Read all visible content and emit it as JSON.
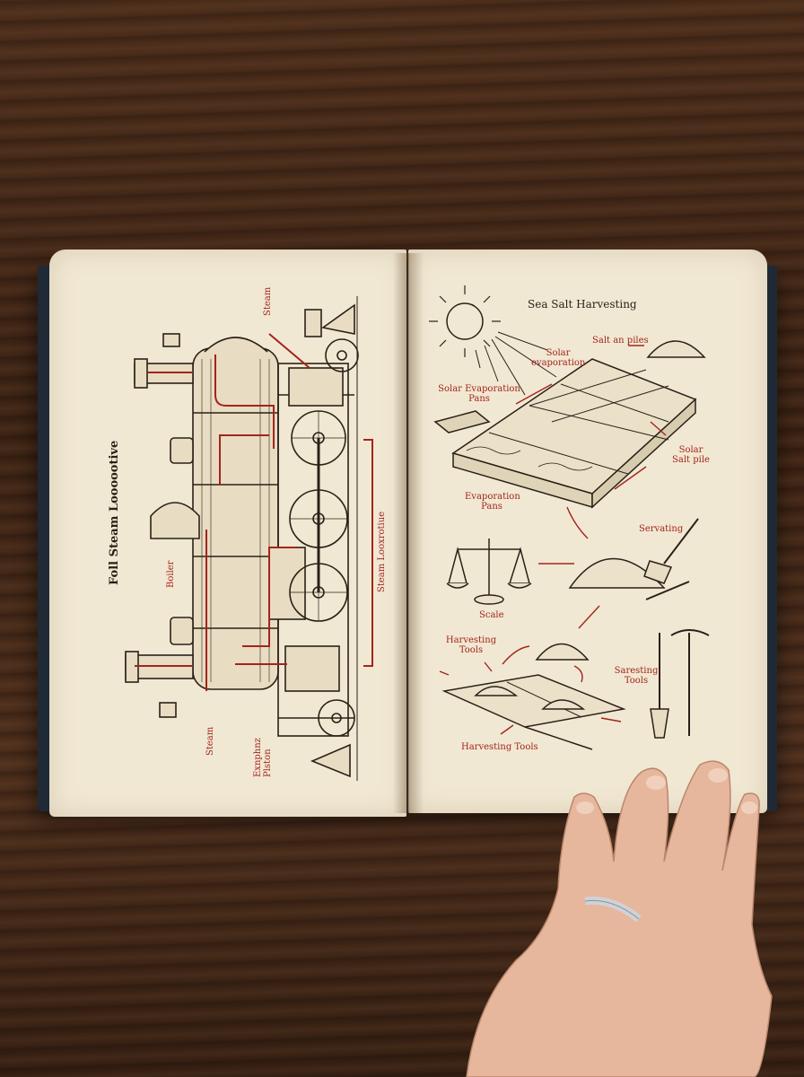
{
  "left_page": {
    "title": "Foll Steam Loooootive",
    "labels": {
      "steam_top": "Steam",
      "boiler": "Boiler",
      "steam_locomotive": "Steam Looxrotiue",
      "steam_bottom": "Steam",
      "exhaust_piston": "Exnphnz Plston"
    }
  },
  "right_page": {
    "title": "Sea Salt Harvesting",
    "labels": {
      "salt_piles": "Salt an piles",
      "solar_evaporation": "Solar evaporation",
      "solar_evaporation_pans": "Solar Evaporation Pans",
      "solar_salt_pile": "Solar Salt pile",
      "evaporation_pans": "Evaporation Pans",
      "servating": "Servating",
      "scale": "Scale",
      "harvesting_tools_top": "Harvesting Tools",
      "saresting_tools": "Saresting Tools",
      "harvesting_tools_bottom": "Harvesting Tools"
    }
  },
  "colors": {
    "ink": "#2a2018",
    "accent_red": "#a3241c",
    "paper": "#f1e8d3",
    "wood": "#3c2314",
    "cover": "#1f2a36"
  }
}
